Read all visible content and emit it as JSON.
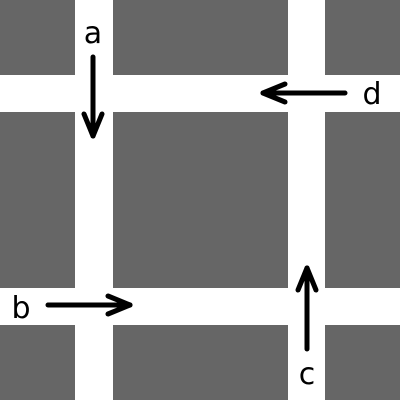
{
  "colors": {
    "background": "#ffffff",
    "block": "#666666",
    "arrow": "#000000"
  },
  "arrows": [
    {
      "label": "a",
      "direction": "down",
      "icon": "arrow-down-icon"
    },
    {
      "label": "b",
      "direction": "right",
      "icon": "arrow-right-icon"
    },
    {
      "label": "c",
      "direction": "up",
      "icon": "arrow-up-icon"
    },
    {
      "label": "d",
      "direction": "left",
      "icon": "arrow-left-icon"
    }
  ]
}
